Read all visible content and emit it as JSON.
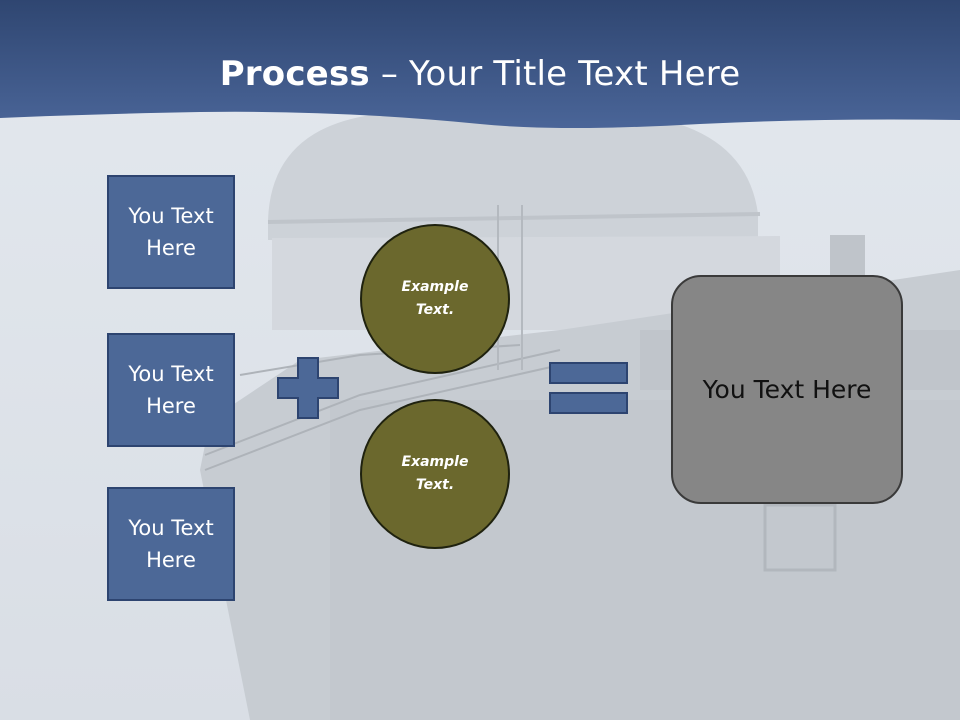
{
  "title": {
    "bold": "Process",
    "rest": " – Your Title Text Here"
  },
  "left_boxes": [
    {
      "label": "You Text Here"
    },
    {
      "label": "You Text Here"
    },
    {
      "label": "You Text Here"
    }
  ],
  "circles": [
    {
      "label": "Example Text."
    },
    {
      "label": "Example Text."
    }
  ],
  "result": {
    "label": "You Text Here"
  },
  "colors": {
    "header": "#3d5a8a",
    "box_fill": "#4c6897",
    "circle_fill": "#6b682d",
    "result_fill": "#868686"
  },
  "icons": {
    "plus": "plus-icon",
    "equals": "equals-icon"
  }
}
